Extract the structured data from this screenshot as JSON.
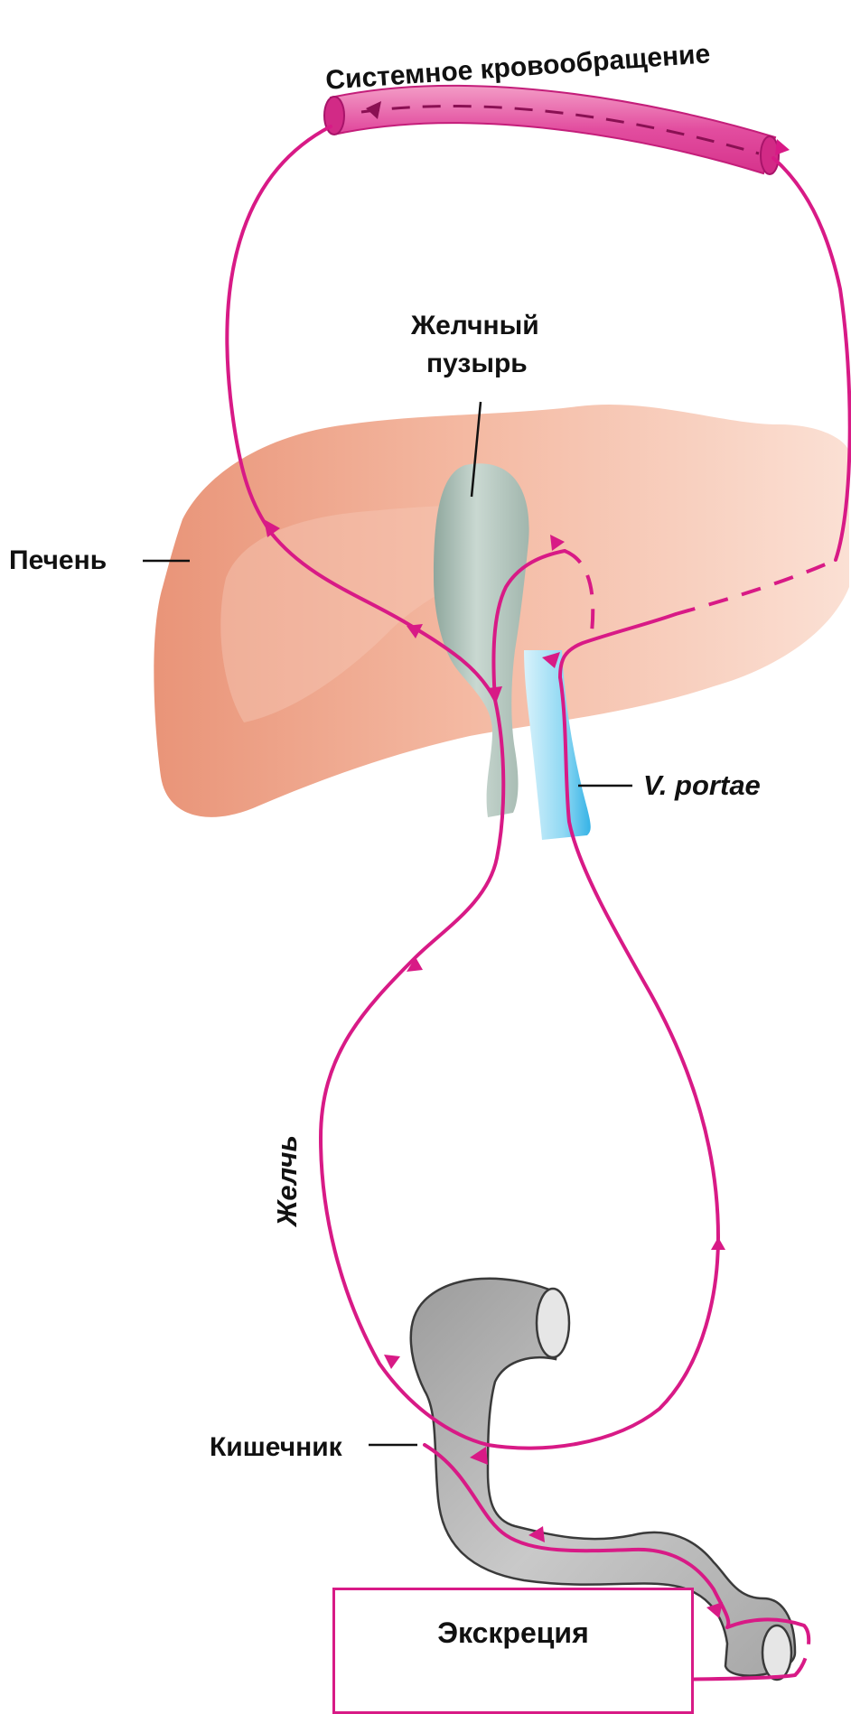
{
  "labels": {
    "systemic_circulation": "Системное кровообращение",
    "gallbladder_line1": "Желчный",
    "gallbladder_line2": "пузырь",
    "liver": "Печень",
    "portal_vein": "V. portae",
    "bile": "Желчь",
    "intestine": "Кишечник",
    "excretion": "Экскреция"
  },
  "colors": {
    "flow": "#d81a86",
    "vessel": "#e2479c",
    "liver": "#f2b39b",
    "gallbladder": "#a9bdb4",
    "portal_vein": "#7fd4f2",
    "intestine": "#bdbdbd"
  }
}
